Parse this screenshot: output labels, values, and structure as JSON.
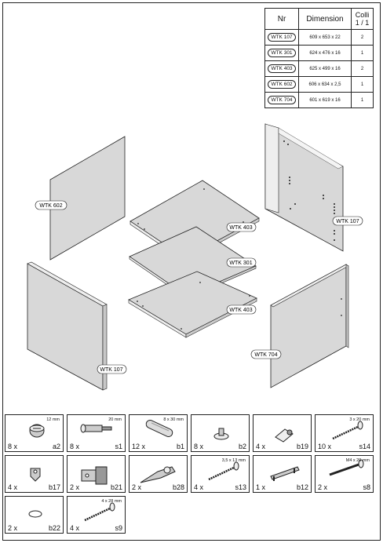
{
  "table": {
    "headers": {
      "nr": "Nr",
      "dimension": "Dimension",
      "colli_line1": "Colli",
      "colli_line2": "1 / 1"
    },
    "rows": [
      {
        "code": "WTK 107",
        "dimension": "609 x 653 x 22",
        "qty": "2"
      },
      {
        "code": "WTK 301",
        "dimension": "624 x 476 x 16",
        "qty": "1"
      },
      {
        "code": "WTK 403",
        "dimension": "625 x 499 x 16",
        "qty": "2"
      },
      {
        "code": "WTK 602",
        "dimension": "606 x 634 x 2,5",
        "qty": "1"
      },
      {
        "code": "WTK 704",
        "dimension": "601 x 619 x 16",
        "qty": "1"
      }
    ]
  },
  "drawing_labels": {
    "back": "WTK 602",
    "side_right": "WTK 107",
    "top_shelf": "WTK 403",
    "middle_shelf": "WTK 301",
    "bottom_shelf": "WTK 403",
    "side_left": "WTK 107",
    "door": "WTK 704"
  },
  "hardware": [
    {
      "qty": "8 x",
      "code": "a2",
      "size": "12 mm",
      "icon": "cam-lock-icon"
    },
    {
      "qty": "8 x",
      "code": "s1",
      "size": "20 mm",
      "icon": "cam-bolt-icon"
    },
    {
      "qty": "12 x",
      "code": "b1",
      "size": "8 x 30 mm",
      "icon": "wooden-dowel-icon"
    },
    {
      "qty": "8 x",
      "code": "b2",
      "size": "",
      "icon": "shelf-pin-icon"
    },
    {
      "qty": "4 x",
      "code": "b19",
      "size": "",
      "icon": "connector-block-icon"
    },
    {
      "qty": "10 x",
      "code": "s14",
      "size": "3 x 20 mm",
      "icon": "screw-icon"
    },
    {
      "qty": "4 x",
      "code": "b17",
      "size": "",
      "icon": "shelf-support-icon"
    },
    {
      "qty": "2 x",
      "code": "b21",
      "size": "",
      "icon": "hinge-plate-icon"
    },
    {
      "qty": "2 x",
      "code": "b28",
      "size": "",
      "icon": "hinge-icon"
    },
    {
      "qty": "4 x",
      "code": "s13",
      "size": "3,5 x 13 mm",
      "icon": "screw-icon"
    },
    {
      "qty": "1 x",
      "code": "b12",
      "size": "",
      "icon": "handle-icon"
    },
    {
      "qty": "2 x",
      "code": "s8",
      "size": "M4 x 20 mm",
      "icon": "machine-screw-icon"
    },
    {
      "qty": "2 x",
      "code": "b22",
      "size": "",
      "icon": "washer-icon"
    },
    {
      "qty": "4 x",
      "code": "s9",
      "size": "4 x 28 mm",
      "icon": "screw-icon"
    }
  ]
}
